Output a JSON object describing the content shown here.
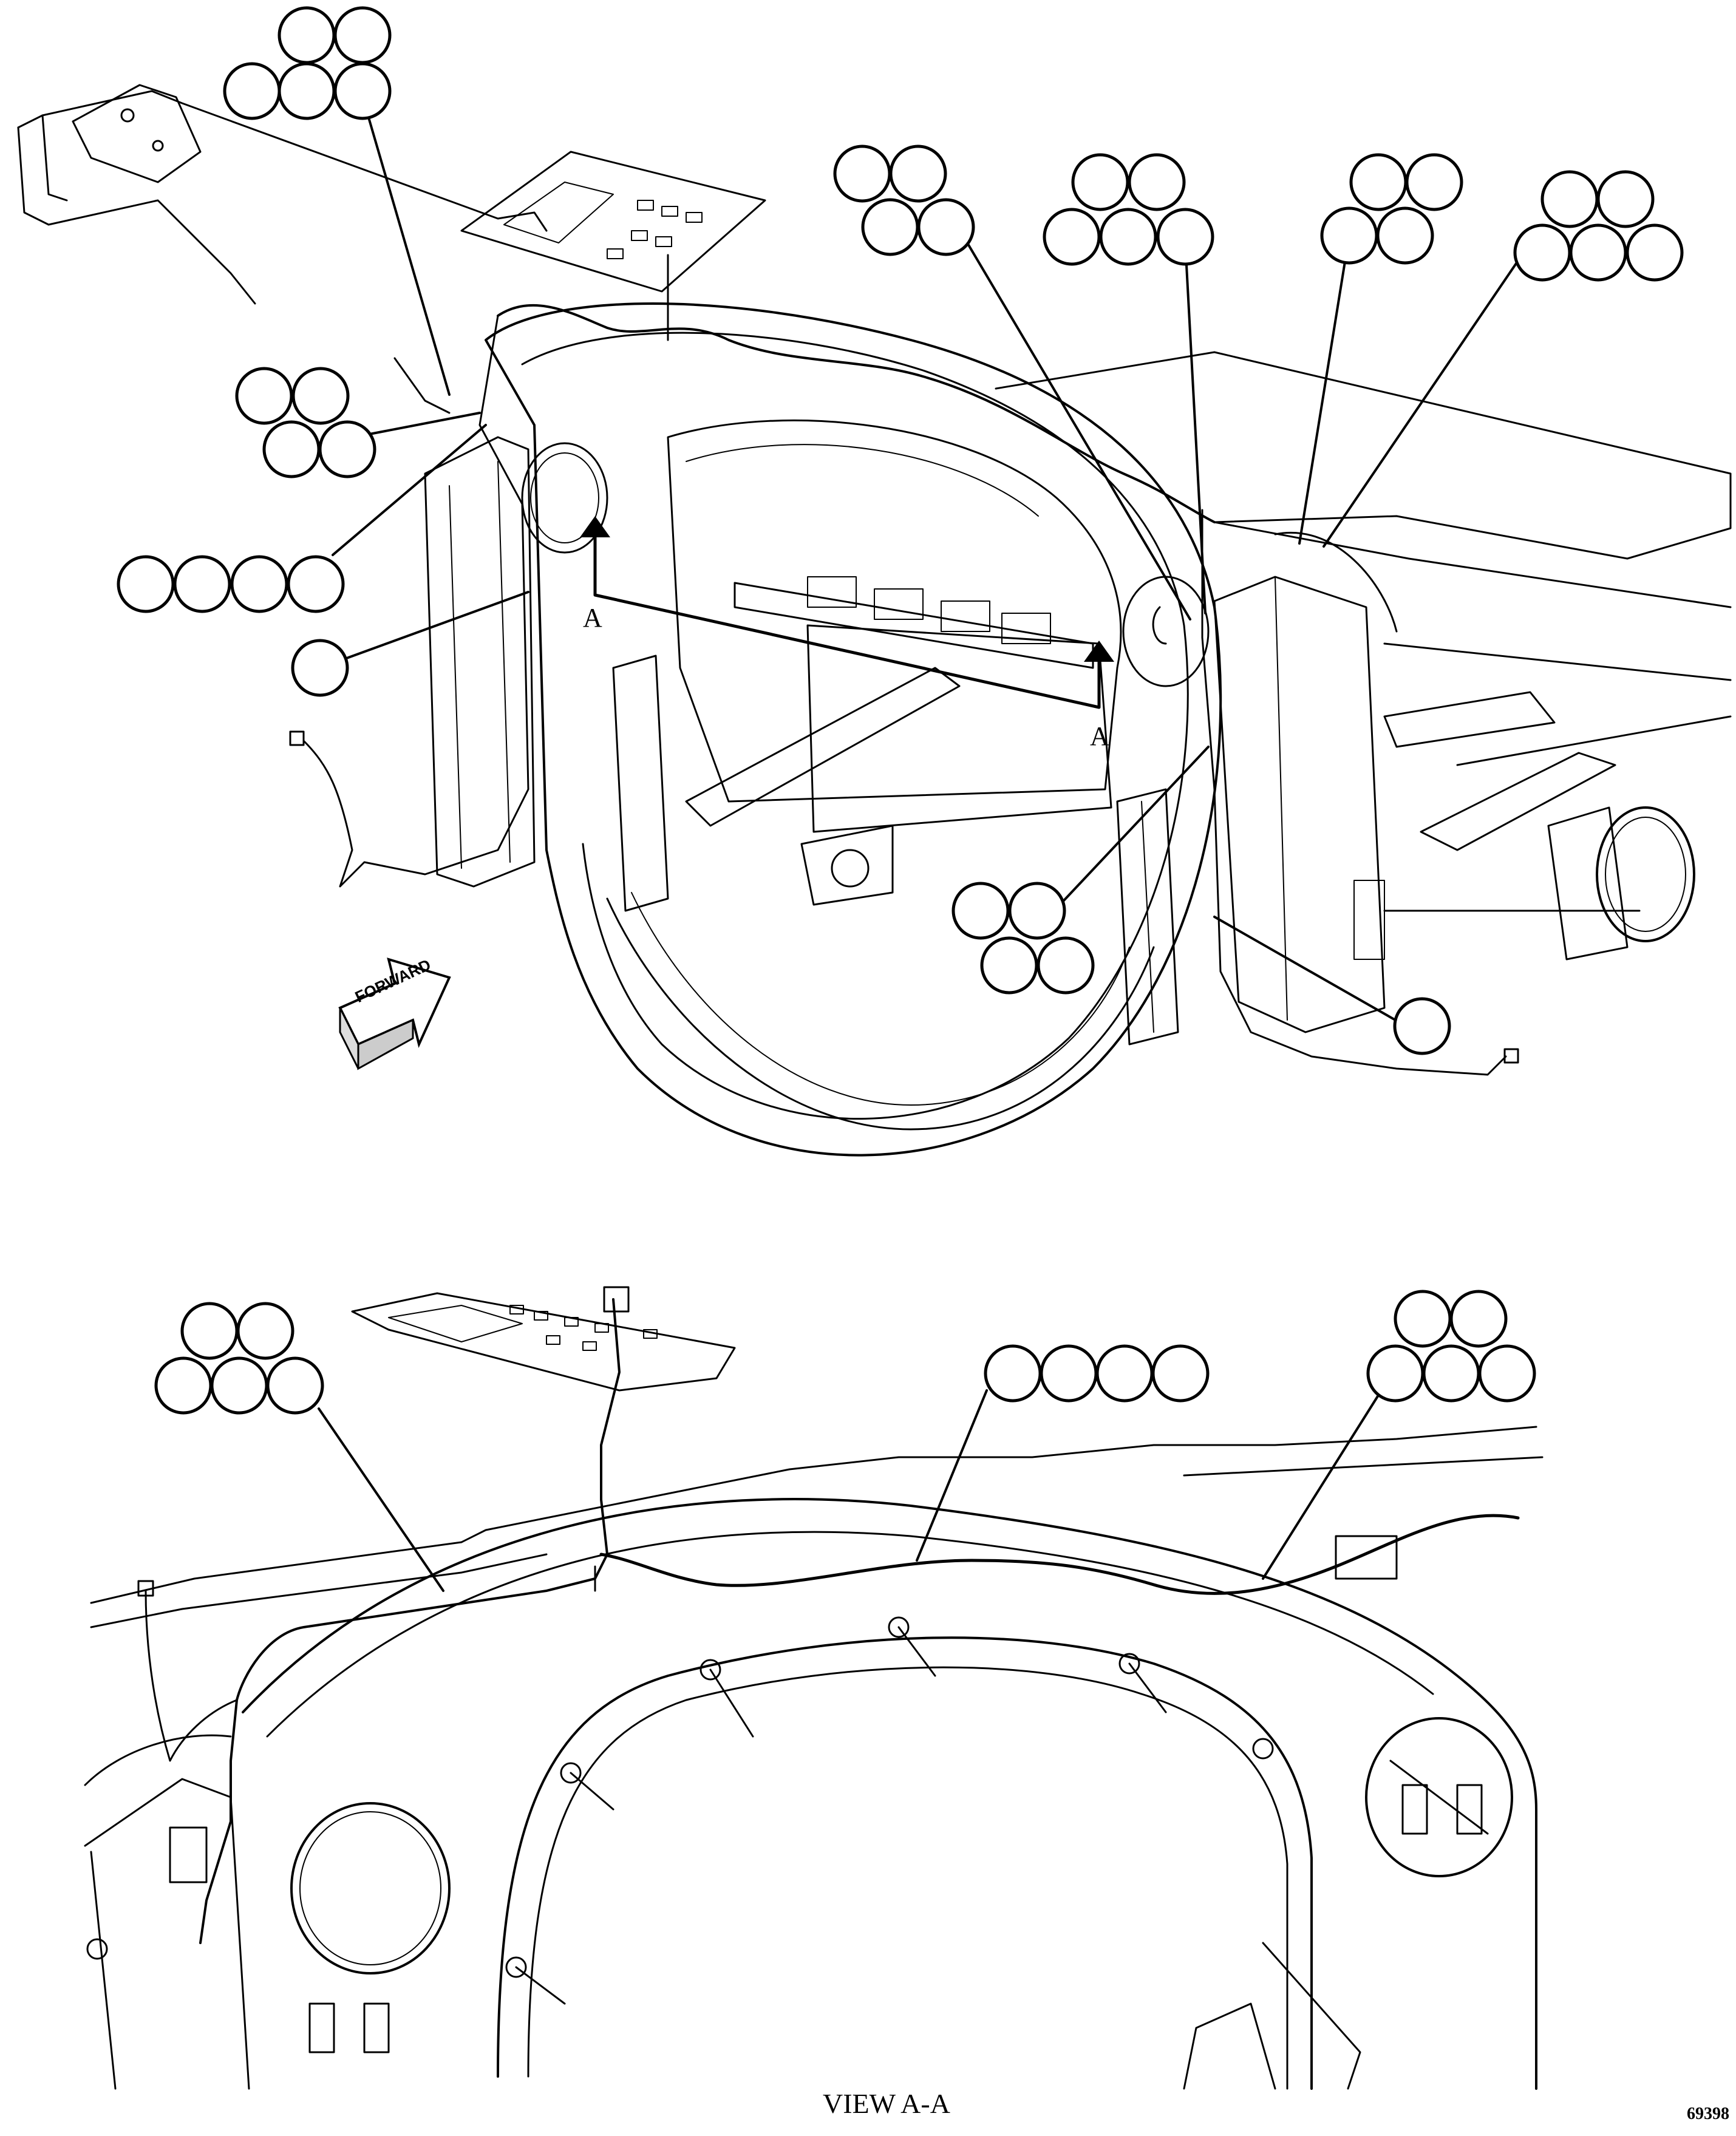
{
  "diagram": {
    "section_marker_left": "A",
    "section_marker_right": "A",
    "direction_arrow_label": "FORWARD",
    "view_label": "VIEW A-A",
    "figure_number": "69398",
    "line_color": "#000000",
    "background_color": "#ffffff"
  },
  "balloon_groups": {
    "top_view": [
      {
        "id": "g1",
        "count": 5
      },
      {
        "id": "g2",
        "count": 4
      },
      {
        "id": "g3",
        "count": 4
      },
      {
        "id": "g4",
        "count": 1
      },
      {
        "id": "g5",
        "count": 4
      },
      {
        "id": "g6",
        "count": 5
      },
      {
        "id": "g7",
        "count": 4
      },
      {
        "id": "g8",
        "count": 5
      },
      {
        "id": "g9",
        "count": 4
      },
      {
        "id": "g10",
        "count": 1
      }
    ],
    "view_a_a": [
      {
        "id": "v1",
        "count": 5
      },
      {
        "id": "v2",
        "count": 4
      },
      {
        "id": "v3",
        "count": 5
      }
    ]
  }
}
